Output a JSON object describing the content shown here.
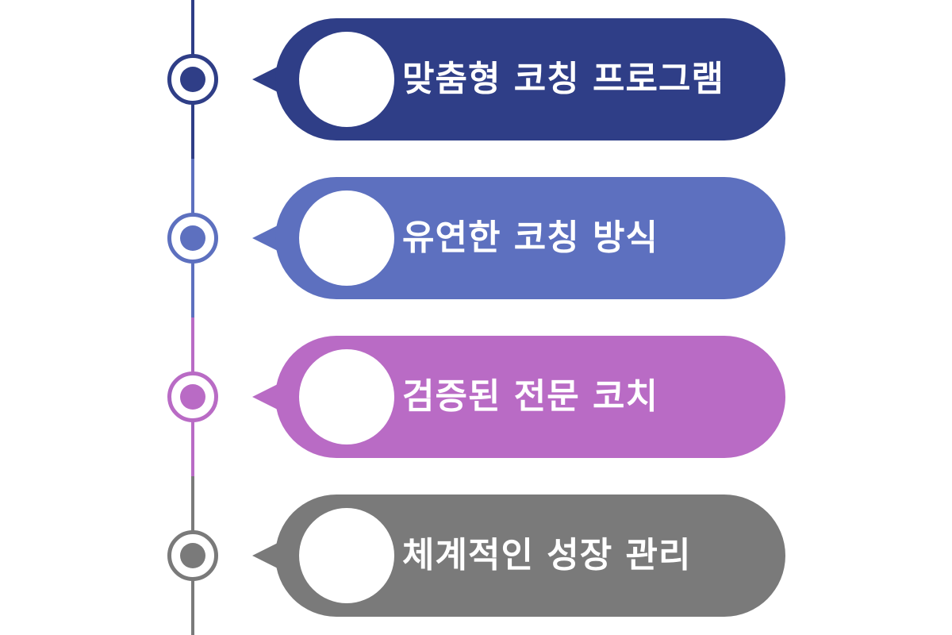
{
  "timeline": {
    "items": [
      {
        "label": "맞춤형 코칭 프로그램",
        "color": "#2f3e87",
        "icon": "blank-circle-icon"
      },
      {
        "label": "유연한 코칭 방식",
        "color": "#5d70bf",
        "icon": "blank-circle-icon"
      },
      {
        "label": "검증된 전문 코치",
        "color": "#b96bc5",
        "icon": "blank-circle-icon"
      },
      {
        "label": "체계적인 성장 관리",
        "color": "#7a7a7a",
        "icon": "blank-circle-icon"
      }
    ]
  }
}
